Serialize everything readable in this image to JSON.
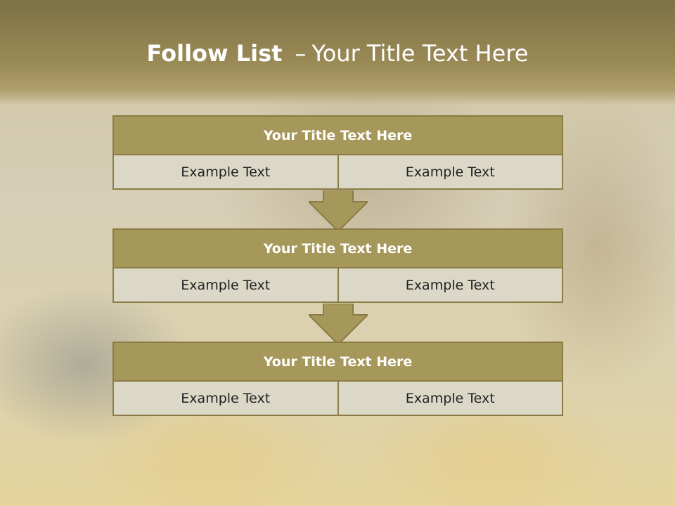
{
  "slide": {
    "title_bold": "Follow List",
    "title_dash": "–",
    "title_rest": "Your Title Text Here"
  },
  "blocks": [
    {
      "title": "Your Title Text Here",
      "left": "Example Text",
      "right": "Example Text"
    },
    {
      "title": "Your Title Text Here",
      "left": "Example Text",
      "right": "Example Text"
    },
    {
      "title": "Your Title Text Here",
      "left": "Example Text",
      "right": "Example Text"
    }
  ],
  "colors": {
    "header": "#9a8a56",
    "block_title": "#a6975a",
    "block_cell": "#dcd8c8",
    "border": "#8a7c44"
  }
}
